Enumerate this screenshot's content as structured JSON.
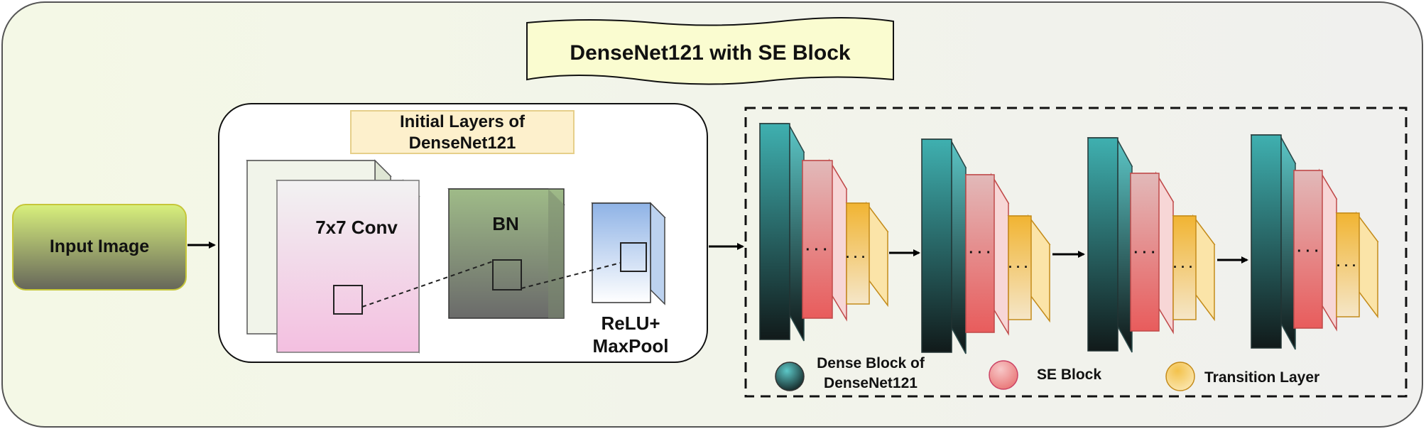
{
  "title": "DenseNet121 with SE Block",
  "input": {
    "label": "Input Image"
  },
  "initial": {
    "title_line1": "Initial Layers of",
    "title_line2": "DenseNet121",
    "conv_label": "7x7 Conv",
    "bn_label": "BN",
    "pool_line1": "ReLU+",
    "pool_line2": "MaxPool"
  },
  "pipeline": {
    "stage_count": 4,
    "ellipsis": "· · ·"
  },
  "legend": {
    "dense_line1": "Dense Block of",
    "dense_line2": "DenseNet121",
    "se": "SE Block",
    "transition": "Transition Layer"
  },
  "colors": {
    "dense": "#3aa8a8",
    "se": "#e87a7a",
    "transition": "#f3c24b",
    "input_top": "#d6ef7a",
    "input_bottom": "#6a6a5a",
    "title_fill": "#fafcd0"
  }
}
